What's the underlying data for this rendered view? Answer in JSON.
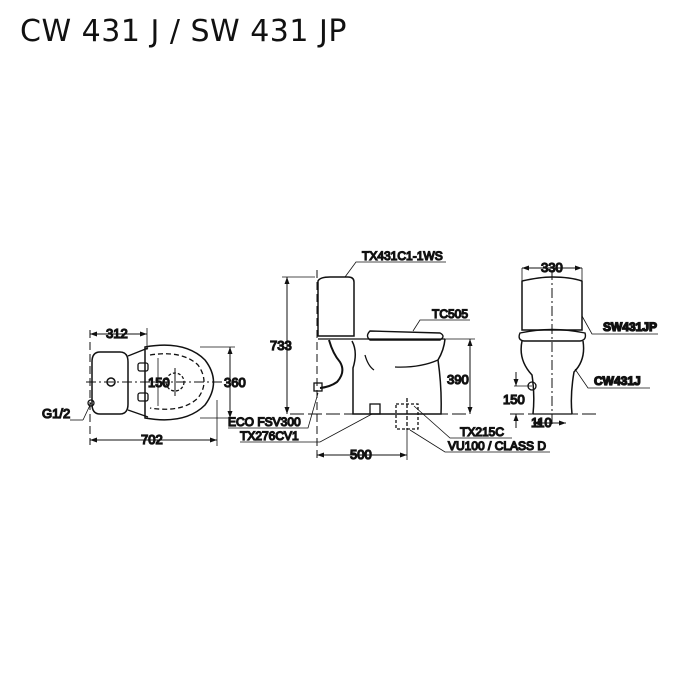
{
  "title": "CW 431 J / SW 431 JP",
  "plan_view": {
    "dimensions": {
      "tank_depth": "312",
      "bowl_width": "360",
      "mount_spacing": "150",
      "overall_length": "702"
    },
    "labels": {
      "inlet": "G1/2"
    }
  },
  "side_view": {
    "dimensions": {
      "overall_height": "733",
      "seat_height": "390",
      "outlet_distance": "500"
    },
    "labels": {
      "tank": "TX431C1-1WS",
      "seat": "TC505",
      "valve": "ECO FSV300",
      "stop_valve": "TX276CV1",
      "fixing": "TX215C",
      "outlet": "VU100 / CLASS D"
    }
  },
  "front_view": {
    "dimensions": {
      "tank_width": "330",
      "inlet_height": "150",
      "inlet_offset": "110"
    },
    "labels": {
      "tank_model": "SW431JP",
      "bowl_model": "CW431J"
    }
  }
}
